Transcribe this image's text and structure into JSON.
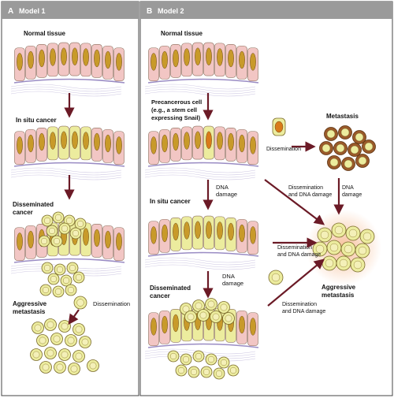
{
  "panel_a": {
    "letter": "A",
    "title": "Model 1",
    "labels": {
      "normal_tissue": "Normal tissue",
      "in_situ": "In situ cancer",
      "disseminated_1": "Disseminated",
      "disseminated_2": "cancer",
      "aggressive_1": "Aggressive",
      "aggressive_2": "metastasis",
      "dissemination": "Dissemination"
    }
  },
  "panel_b": {
    "letter": "B",
    "title": "Model 2",
    "labels": {
      "normal_tissue": "Normal tissue",
      "precancerous_1": "Precancerous cell",
      "precancerous_2": "(e.g., a stem cell",
      "precancerous_3": "expressing Snail)",
      "dna_damage_1a": "DNA",
      "dna_damage_1b": "damage",
      "in_situ": "In situ cancer",
      "dna_damage_2a": "DNA",
      "dna_damage_2b": "damage",
      "disseminated_1": "Disseminated",
      "disseminated_2": "cancer",
      "metastasis": "Metastasis",
      "dissemination": "Dissemination",
      "diss_dna_1a": "Dissemination",
      "diss_dna_1b": "and DNA damage",
      "dna_right_a": "DNA",
      "dna_right_b": "damage",
      "diss_dna_2a": "Dissemination",
      "diss_dna_2b": "and DNA damage",
      "diss_dna_3a": "Dissemination",
      "diss_dna_3b": "and DNA damage",
      "aggressive_1": "Aggressive",
      "aggressive_2": "metastasis"
    }
  },
  "colors": {
    "header_bg": "#9a9a9a",
    "normal_cell": "#f2c6c4",
    "cancer_cell": "#ecec9e",
    "nucleus": "#c89a2a",
    "arrow": "#6b1a26",
    "membrane": "#9a8cc4"
  }
}
